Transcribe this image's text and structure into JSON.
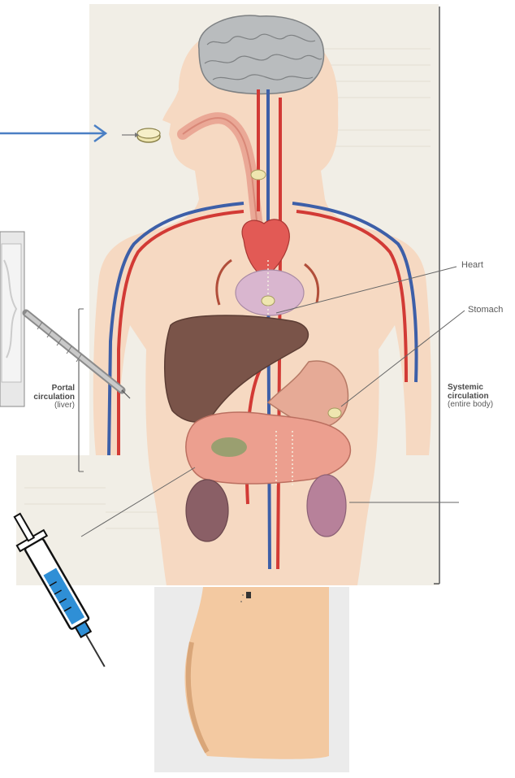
{
  "diagram": {
    "labels": {
      "heart": "Heart",
      "stomach": "Stomach",
      "portal_title": "Portal",
      "portal_title_2": "circulation",
      "portal_sub": "(liver)",
      "systemic_title": "Systemic",
      "systemic_title_2": "circulation",
      "systemic_sub": "(entire body)"
    },
    "colors": {
      "page_background": "#f1eee6",
      "body_skin": "#f6d9c2",
      "artery": "#d23a35",
      "vein": "#3d5fa8",
      "liver": "#7a5449",
      "arrow": "#4a7fc4",
      "buttock_skin": "#f3c9a1"
    },
    "icons": [
      "pill-icon",
      "syringe-icon",
      "iv-bag-icon",
      "arrow-icon"
    ]
  }
}
